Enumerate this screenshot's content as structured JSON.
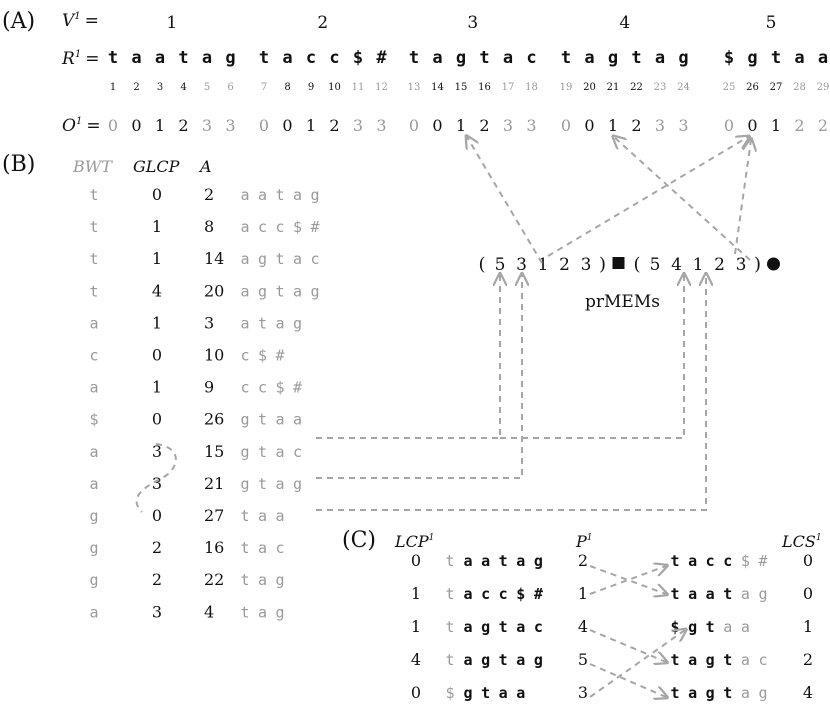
{
  "sections": {
    "a": "(A)",
    "b": "(B)",
    "c": "(C)"
  },
  "panel_a": {
    "v_label": "V",
    "v_sup": "1",
    "r_label": "R",
    "r_sup": "1",
    "o_label": "O",
    "o_sup": "1",
    "eq": "=",
    "blocks": [
      {
        "v": "1",
        "chars": [
          "t",
          "a",
          "a",
          "t",
          "a",
          "g"
        ],
        "idx": [
          "1",
          "2",
          "3",
          "4",
          "5",
          "6"
        ],
        "o": [
          "0",
          "0",
          "1",
          "2",
          "3",
          "3"
        ],
        "dim": [
          false,
          false,
          false,
          false,
          true,
          true
        ],
        "odim": [
          true,
          false,
          false,
          false,
          true,
          true
        ]
      },
      {
        "v": "2",
        "chars": [
          "t",
          "a",
          "c",
          "c",
          "$",
          "#"
        ],
        "idx": [
          "7",
          "8",
          "9",
          "10",
          "11",
          "12"
        ],
        "o": [
          "0",
          "0",
          "1",
          "2",
          "3",
          "3"
        ],
        "dim": [
          true,
          false,
          false,
          false,
          true,
          true
        ],
        "odim": [
          true,
          false,
          false,
          false,
          true,
          true
        ]
      },
      {
        "v": "3",
        "chars": [
          "t",
          "a",
          "g",
          "t",
          "a",
          "c"
        ],
        "idx": [
          "13",
          "14",
          "15",
          "16",
          "17",
          "18"
        ],
        "o": [
          "0",
          "0",
          "1",
          "2",
          "3",
          "3"
        ],
        "dim": [
          true,
          false,
          false,
          false,
          true,
          true
        ],
        "odim": [
          true,
          false,
          false,
          false,
          true,
          true
        ]
      },
      {
        "v": "4",
        "chars": [
          "t",
          "a",
          "g",
          "t",
          "a",
          "g"
        ],
        "idx": [
          "19",
          "20",
          "21",
          "22",
          "23",
          "24"
        ],
        "o": [
          "0",
          "0",
          "1",
          "2",
          "3",
          "3"
        ],
        "dim": [
          true,
          false,
          false,
          false,
          true,
          true
        ],
        "odim": [
          true,
          false,
          false,
          false,
          true,
          true
        ]
      },
      {
        "v": "5",
        "chars": [
          "$",
          "g",
          "t",
          "a",
          "a"
        ],
        "idx": [
          "25",
          "26",
          "27",
          "28",
          "29"
        ],
        "o": [
          "0",
          "0",
          "1",
          "2",
          "2"
        ],
        "dim": [
          true,
          false,
          false,
          true,
          true
        ],
        "odim": [
          true,
          false,
          false,
          true,
          true
        ]
      }
    ]
  },
  "panel_b": {
    "headers": {
      "bwt": "BWT",
      "glcp": "GLCP",
      "a": "A"
    },
    "rows": [
      {
        "bwt": "t",
        "glcp": "0",
        "a": "2",
        "suffix": [
          "a",
          "a",
          "t",
          "a",
          "g"
        ]
      },
      {
        "bwt": "t",
        "glcp": "1",
        "a": "8",
        "suffix": [
          "a",
          "c",
          "c",
          "$",
          "#"
        ]
      },
      {
        "bwt": "t",
        "glcp": "1",
        "a": "14",
        "suffix": [
          "a",
          "g",
          "t",
          "a",
          "c"
        ]
      },
      {
        "bwt": "t",
        "glcp": "4",
        "a": "20",
        "suffix": [
          "a",
          "g",
          "t",
          "a",
          "g"
        ]
      },
      {
        "bwt": "a",
        "glcp": "1",
        "a": "3",
        "suffix": [
          "a",
          "t",
          "a",
          "g"
        ]
      },
      {
        "bwt": "c",
        "glcp": "0",
        "a": "10",
        "suffix": [
          "c",
          "$",
          "#"
        ]
      },
      {
        "bwt": "a",
        "glcp": "1",
        "a": "9",
        "suffix": [
          "c",
          "c",
          "$",
          "#"
        ]
      },
      {
        "bwt": "$",
        "glcp": "0",
        "a": "26",
        "suffix": [
          "g",
          "t",
          "a",
          "a"
        ]
      },
      {
        "bwt": "a",
        "glcp": "3",
        "a": "15",
        "suffix": [
          "g",
          "t",
          "a",
          "c"
        ]
      },
      {
        "bwt": "a",
        "glcp": "3",
        "a": "21",
        "suffix": [
          "g",
          "t",
          "a",
          "g"
        ]
      },
      {
        "bwt": "g",
        "glcp": "0",
        "a": "27",
        "suffix": [
          "t",
          "a",
          "a"
        ]
      },
      {
        "bwt": "g",
        "glcp": "2",
        "a": "16",
        "suffix": [
          "t",
          "a",
          "c"
        ]
      },
      {
        "bwt": "g",
        "glcp": "2",
        "a": "22",
        "suffix": [
          "t",
          "a",
          "g"
        ]
      },
      {
        "bwt": "a",
        "glcp": "3",
        "a": "4",
        "suffix": [
          "t",
          "a",
          "g"
        ]
      }
    ]
  },
  "prmems": {
    "label": "prMEMs",
    "tuples": [
      {
        "open": "(",
        "values": [
          "5",
          "3",
          "1",
          "2",
          "3"
        ],
        "close": ")",
        "marker": "square"
      },
      {
        "open": "(",
        "values": [
          "5",
          "4",
          "1",
          "2",
          "3"
        ],
        "close": ")",
        "marker": "circle"
      }
    ]
  },
  "panel_c": {
    "headers": {
      "lcp": "LCP",
      "lcp_sup": "1",
      "p": "P",
      "p_sup": "1",
      "lcs": "LCS",
      "lcs_sup": "1"
    },
    "rows": [
      {
        "lcp": "0",
        "first": "t",
        "rest": [
          "a",
          "a",
          "t",
          "a",
          "g"
        ],
        "p": "2",
        "right": [
          "t",
          "a",
          "c",
          "c",
          "$",
          "#"
        ],
        "rdim": [
          false,
          false,
          false,
          false,
          true,
          true
        ],
        "lcs": "0"
      },
      {
        "lcp": "1",
        "first": "t",
        "rest": [
          "a",
          "c",
          "c",
          "$",
          "#"
        ],
        "p": "1",
        "right": [
          "t",
          "a",
          "a",
          "t",
          "a",
          "g"
        ],
        "rdim": [
          false,
          false,
          false,
          false,
          true,
          true
        ],
        "lcs": "0"
      },
      {
        "lcp": "1",
        "first": "t",
        "rest": [
          "a",
          "g",
          "t",
          "a",
          "c"
        ],
        "p": "4",
        "right": [
          "$",
          "g",
          "t",
          "a",
          "a"
        ],
        "rdim": [
          false,
          false,
          false,
          true,
          true
        ],
        "lcs": "1"
      },
      {
        "lcp": "4",
        "first": "t",
        "rest": [
          "a",
          "g",
          "t",
          "a",
          "g"
        ],
        "p": "5",
        "right": [
          "t",
          "a",
          "g",
          "t",
          "a",
          "c"
        ],
        "rdim": [
          false,
          false,
          false,
          false,
          true,
          true
        ],
        "lcs": "2"
      },
      {
        "lcp": "0",
        "first": "$",
        "rest": [
          "g",
          "t",
          "a",
          "a"
        ],
        "p": "3",
        "right": [
          "t",
          "a",
          "g",
          "t",
          "a",
          "g"
        ],
        "rdim": [
          false,
          false,
          false,
          false,
          true,
          true
        ],
        "lcs": "4"
      }
    ]
  },
  "colors": {
    "text": "#111111",
    "dim": "#9a9a9a",
    "arrow": "#a6a6a6"
  }
}
